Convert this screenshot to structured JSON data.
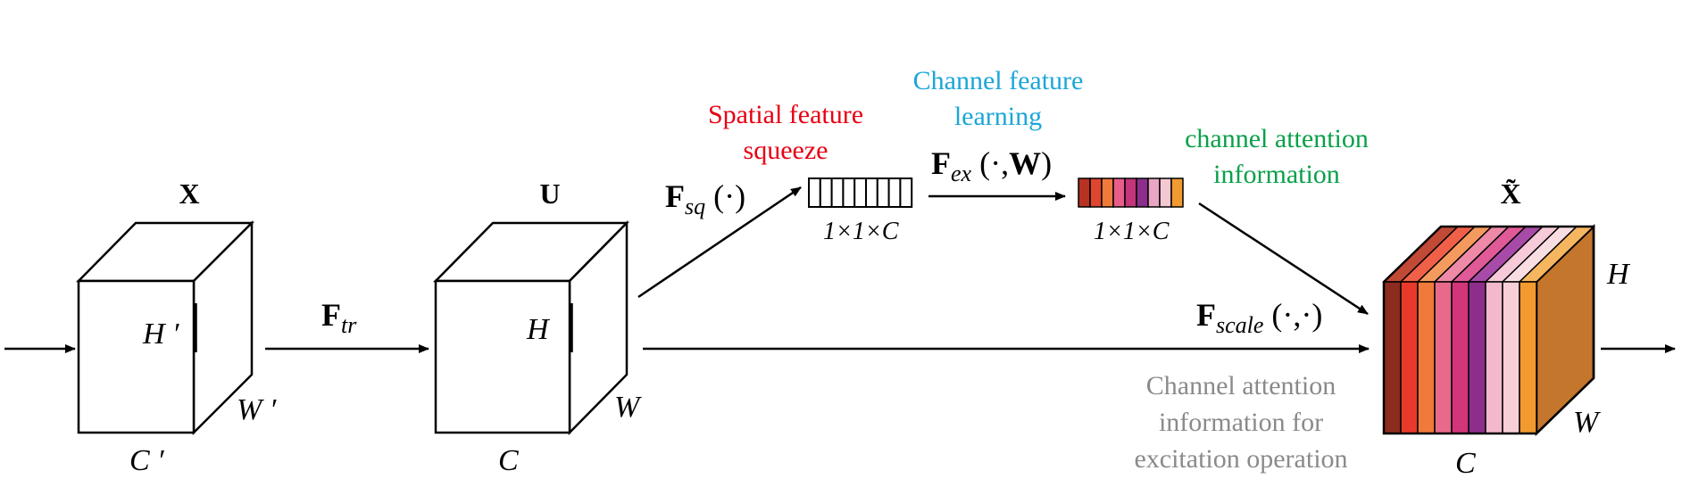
{
  "input_cube": {
    "title": "X",
    "height": "H ′",
    "width": "W ′",
    "channels": "C ′"
  },
  "transform": {
    "label_main": "F",
    "label_sub": "tr"
  },
  "feature_cube": {
    "title": "U",
    "height": "H",
    "width": "W",
    "channels": "C"
  },
  "squeeze": {
    "label_main": "F",
    "label_sub": "sq",
    "label_args": " (·)",
    "vector_dims": "1×1×C",
    "annotation": [
      "Spatial feature",
      "squeeze"
    ],
    "annotation_color": "#e60012"
  },
  "excitation": {
    "label_main": "F",
    "label_sub": "ex",
    "label_args": " (·,",
    "label_weight": "W",
    "label_close": ")",
    "vector_dims": "1×1×C",
    "annotation": [
      "Channel feature",
      "learning"
    ],
    "annotation_color": "#1ba6d8",
    "vector_colors": [
      "#b83224",
      "#e0452f",
      "#f07a3a",
      "#e85d8a",
      "#c4357a",
      "#8e2e8c",
      "#e8a5c4",
      "#f4c8d2",
      "#f29a2f"
    ]
  },
  "attention": {
    "annotation": [
      "channel attention",
      "information"
    ],
    "annotation_color": "#0aa04a"
  },
  "scale": {
    "label_main": "F",
    "label_sub": "scale",
    "label_args": " (·,·)",
    "annotation": [
      "Channel attention",
      "information for",
      "excitation operation"
    ],
    "annotation_color": "#8a8a8a"
  },
  "output_cube": {
    "title": "X̃",
    "height": "H",
    "width": "W",
    "channels": "C",
    "slice_colors": [
      "#8b2c1f",
      "#e83a2a",
      "#f07a3a",
      "#e86a8a",
      "#d2357a",
      "#8e2e8c",
      "#f4b8cc",
      "#f6d0d6",
      "#f29a2f"
    ],
    "top_colors": [
      "#c04a36",
      "#f06048",
      "#f59a5e",
      "#ee8aa8",
      "#e05a98",
      "#a84aa8",
      "#f6cad8",
      "#f8dee2",
      "#f6b660"
    ],
    "side_color": "#c4762c"
  }
}
